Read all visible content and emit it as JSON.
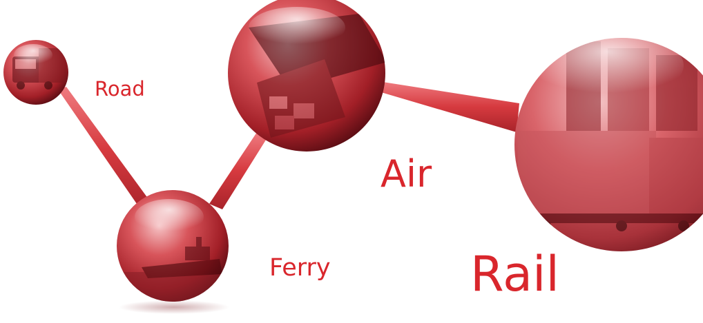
{
  "labels": {
    "road": "Road",
    "ferry": "Ferry",
    "air": "Air",
    "rail": "Rail"
  },
  "colors": {
    "label_red": "#d9262c",
    "sphere_light": "#f2a3a6",
    "sphere_mid": "#c9343b",
    "sphere_dark": "#5e0c12",
    "connector": "#d63a3f"
  },
  "spheres": [
    {
      "name": "road-sphere",
      "depicts": "truck-image"
    },
    {
      "name": "ferry-sphere",
      "depicts": "ship-image"
    },
    {
      "name": "air-sphere",
      "depicts": "cargo-aircraft-image"
    },
    {
      "name": "rail-sphere",
      "depicts": "freight-train-image"
    }
  ]
}
